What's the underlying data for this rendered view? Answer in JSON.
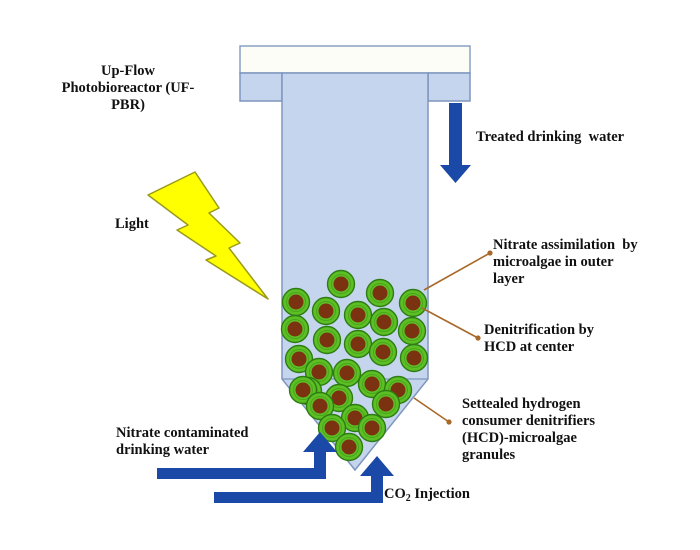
{
  "labels": {
    "reactor": [
      "Up-Flow",
      "Photobioreactor (UF-",
      "PBR)"
    ],
    "treated_water": "Treated drinking  water",
    "light": "Light",
    "nitrate_assimilation": [
      "Nitrate assimilation  by",
      "microalgae in outer",
      "layer"
    ],
    "denitrification": [
      "Denitrification by",
      "HCD at center"
    ],
    "granules": [
      "Settealed hydrogen",
      "consumer denitrifiers",
      "(HCD)-microalgae",
      "granules"
    ],
    "inflow": [
      "Nitrate contaminated",
      "drinking water"
    ],
    "co2_prefix": "CO",
    "co2_sub": "2",
    "co2_suffix": " Injection"
  },
  "colors": {
    "vessel_fill": "#c6d5ee",
    "vessel_stroke": "#7e96bd",
    "lid_fill": "#fdfdf8",
    "arrow_blue": "#1b49a8",
    "lightning_fill": "#ffff00",
    "lightning_stroke": "#9a9a1a",
    "granule_outer": "#5cbf24",
    "granule_ring": "#2e7d14",
    "granule_core": "#7a3210",
    "pointer_line": "#a8692a"
  }
}
